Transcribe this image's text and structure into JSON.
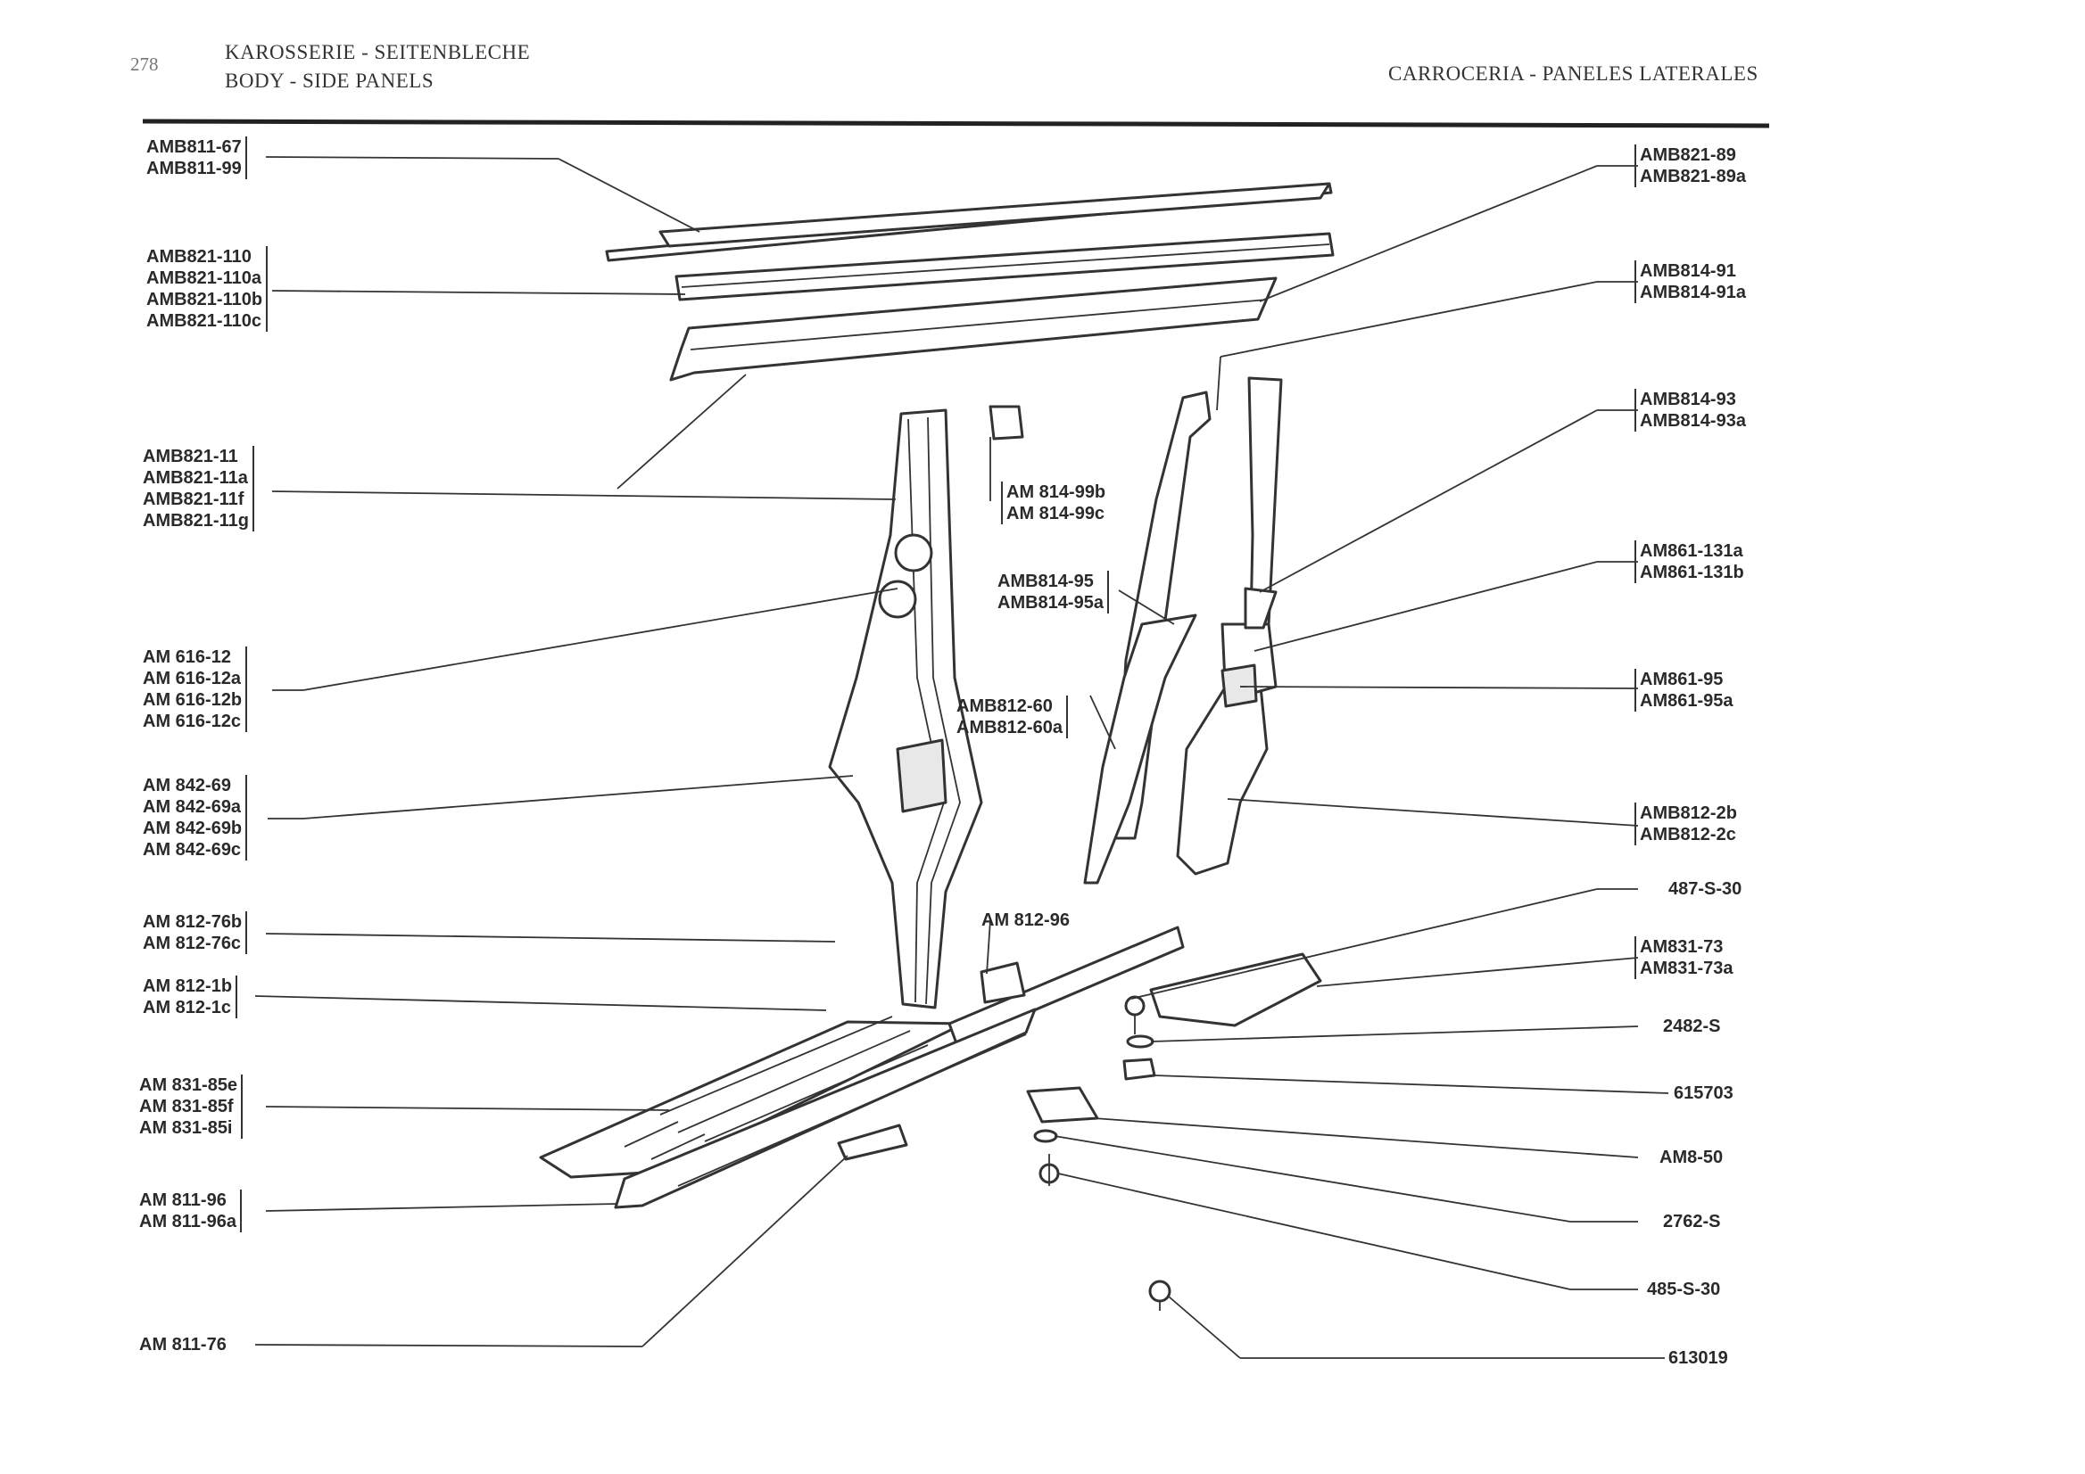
{
  "header": {
    "page_number": "278",
    "title_de": "KAROSSERIE - SEITENBLECHE",
    "title_en": "BODY - SIDE PANELS",
    "title_es": "CARROCERIA - PANELES LATERALES"
  },
  "left_labels": [
    [
      "AMB811-67",
      "AMB811-99"
    ],
    [
      "AMB821-110",
      "AMB821-110a",
      "AMB821-110b",
      "AMB821-110c"
    ],
    [
      "AMB821-11",
      "AMB821-11a",
      "AMB821-11f",
      "AMB821-11g"
    ],
    [
      "AM 616-12",
      "AM 616-12a",
      "AM 616-12b",
      "AM 616-12c"
    ],
    [
      "AM 842-69",
      "AM 842-69a",
      "AM 842-69b",
      "AM 842-69c"
    ],
    [
      "AM 812-76b",
      "AM 812-76c"
    ],
    [
      "AM 812-1b",
      "AM 812-1c"
    ],
    [
      "AM 831-85e",
      "AM 831-85f",
      "AM 831-85i"
    ],
    [
      "AM 811-96",
      "AM 811-96a"
    ],
    [
      "AM 811-76"
    ]
  ],
  "center_labels": [
    [
      "AM 814-99b",
      "AM 814-99c"
    ],
    [
      "AMB814-95",
      "AMB814-95a"
    ],
    [
      "AMB812-60",
      "AMB812-60a"
    ],
    [
      "AM 812-96"
    ]
  ],
  "right_labels": [
    [
      "AMB821-89",
      "AMB821-89a"
    ],
    [
      "AMB814-91",
      "AMB814-91a"
    ],
    [
      "AMB814-93",
      "AMB814-93a"
    ],
    [
      "AM861-131a",
      "AM861-131b"
    ],
    [
      "AM861-95",
      "AM861-95a"
    ],
    [
      "AMB812-2b",
      "AMB812-2c"
    ],
    [
      "487-S-30"
    ],
    [
      "AM831-73",
      "AM831-73a"
    ],
    [
      "2482-S"
    ],
    [
      "615703"
    ],
    [
      "AM8-50"
    ],
    [
      "2762-S"
    ],
    [
      "485-S-30"
    ],
    [
      "613019"
    ]
  ]
}
